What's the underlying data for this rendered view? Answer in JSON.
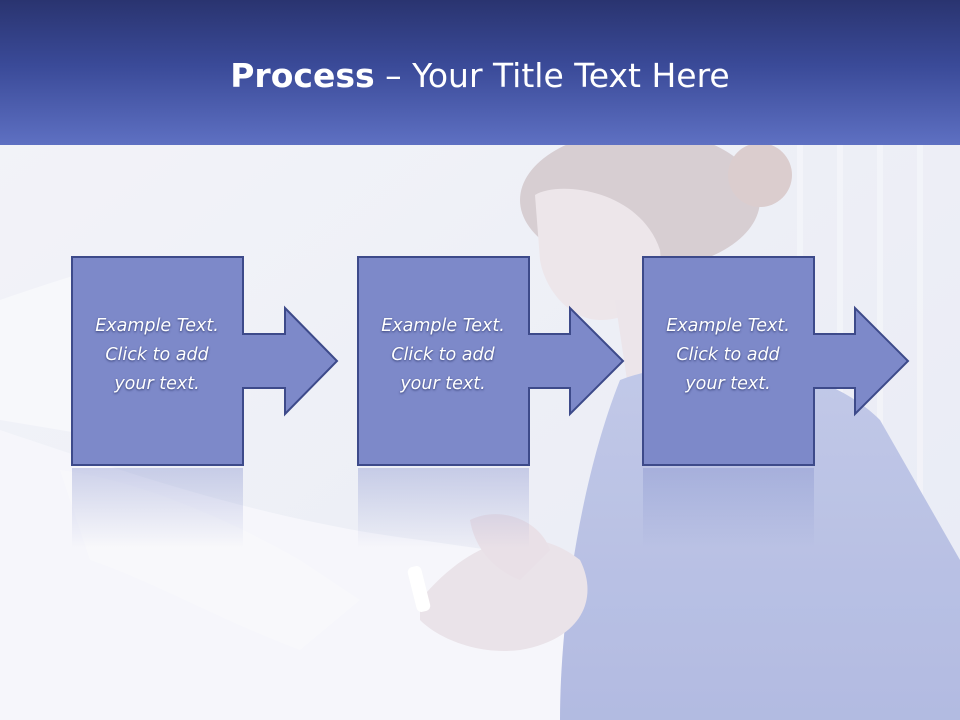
{
  "title": {
    "bold": "Process",
    "light": " – Your Title Text Here"
  },
  "steps": [
    {
      "line1": "Example Text.",
      "line2": "Click  to add",
      "line3": "your text."
    },
    {
      "line1": "Example Text.",
      "line2": "Click  to add",
      "line3": "your text."
    },
    {
      "line1": "Example Text.",
      "line2": "Click  to add",
      "line3": "your text."
    }
  ],
  "colors": {
    "box_fill": "#7d89c9",
    "box_stroke": "#3d4a8a",
    "title_bar_top": "#2a3470",
    "title_bar_bottom": "#5e70c2"
  }
}
